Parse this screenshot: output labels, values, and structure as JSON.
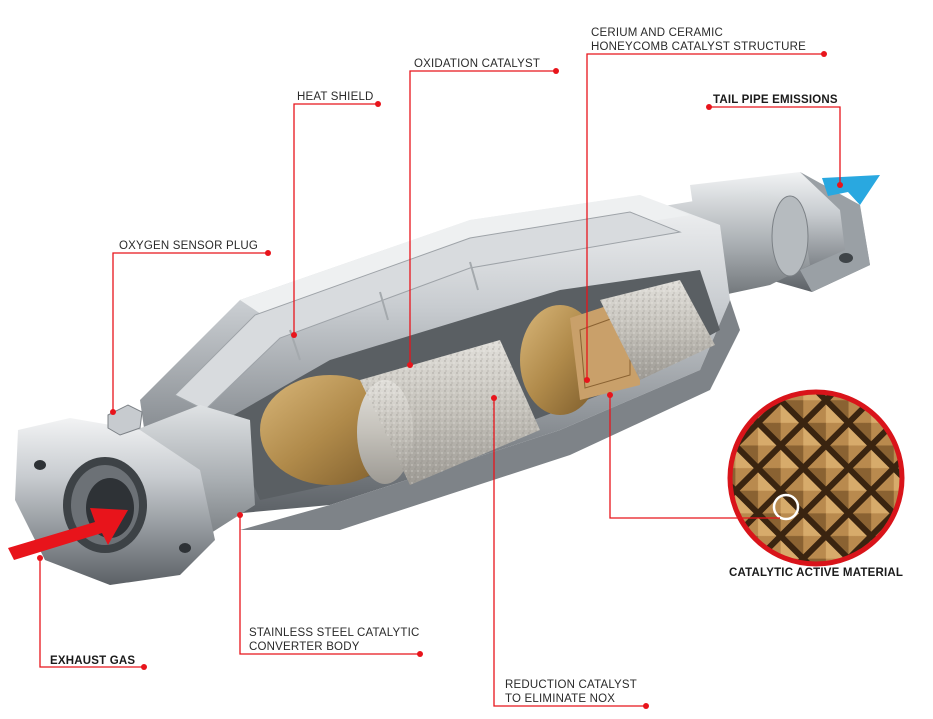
{
  "labels": {
    "cerium_line1": "CERIUM AND CERAMIC",
    "cerium_line2": "HONEYCOMB CATALYST STRUCTURE",
    "oxidation": "OXIDATION CATALYST",
    "heat_shield": "HEAT SHIELD",
    "tail_pipe": "TAIL PIPE EMISSIONS",
    "oxygen_sensor": "OXYGEN SENSOR PLUG",
    "catalytic_active": "CATALYTIC ACTIVE MATERIAL",
    "stainless_line1": "STAINLESS STEEL CATALYTIC",
    "stainless_line2": "CONVERTER BODY",
    "exhaust_gas": "EXHAUST GAS",
    "reduction_line1": "REDUCTION CATALYST",
    "reduction_line2": "TO ELIMINATE NOX"
  },
  "colors": {
    "leader_red": "#e8141b",
    "inlet_arrow": "#e8141b",
    "outlet_arrow": "#29a8e0",
    "steel_light": "#d9dcdf",
    "steel_dark": "#6e7378",
    "ceramic": "#c9c6bf",
    "gold": "#b08a4a"
  }
}
